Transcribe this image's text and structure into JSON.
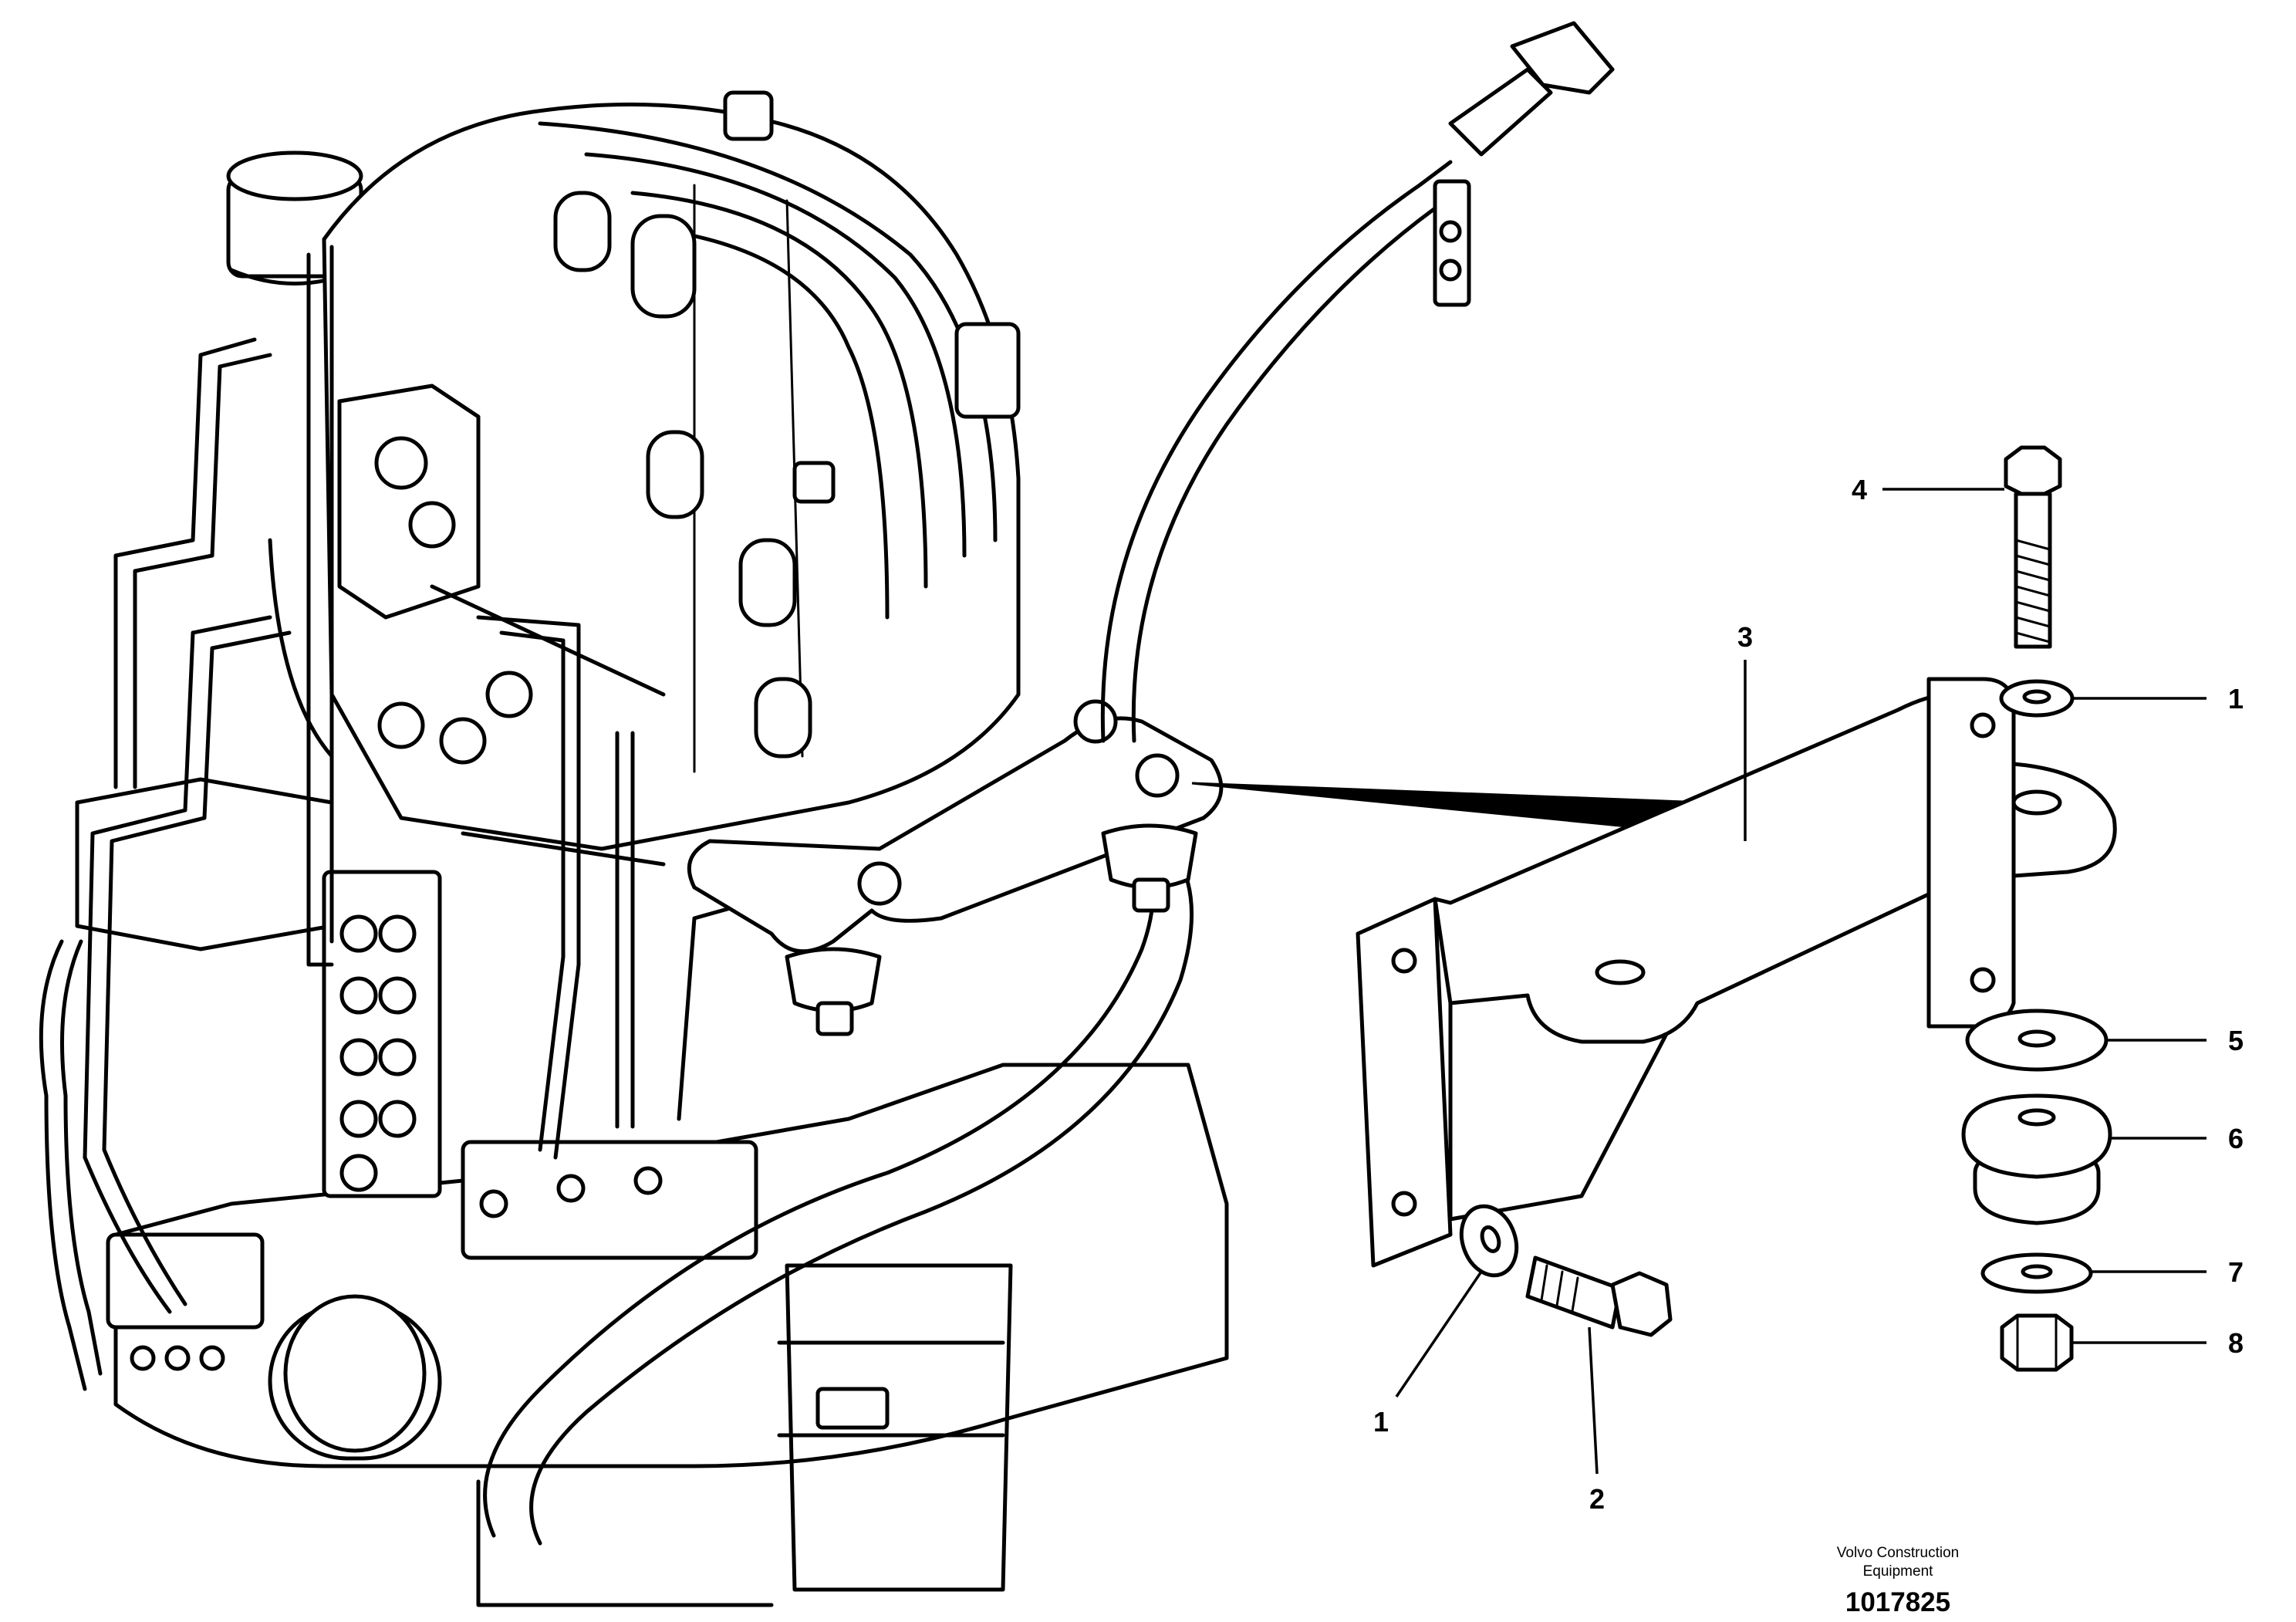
{
  "callouts": [
    {
      "id": "washer-top",
      "label": "1"
    },
    {
      "id": "washer-bottom",
      "label": "1"
    },
    {
      "id": "bolt-short",
      "label": "2"
    },
    {
      "id": "bracket",
      "label": "3"
    },
    {
      "id": "bolt-long",
      "label": "4"
    },
    {
      "id": "large-washer",
      "label": "5"
    },
    {
      "id": "rubber-mount",
      "label": "6"
    },
    {
      "id": "small-washer",
      "label": "7"
    },
    {
      "id": "nut",
      "label": "8"
    }
  ],
  "credit": {
    "line1": "Volvo Construction",
    "line2": "Equipment"
  },
  "drawing_number": "1017825"
}
